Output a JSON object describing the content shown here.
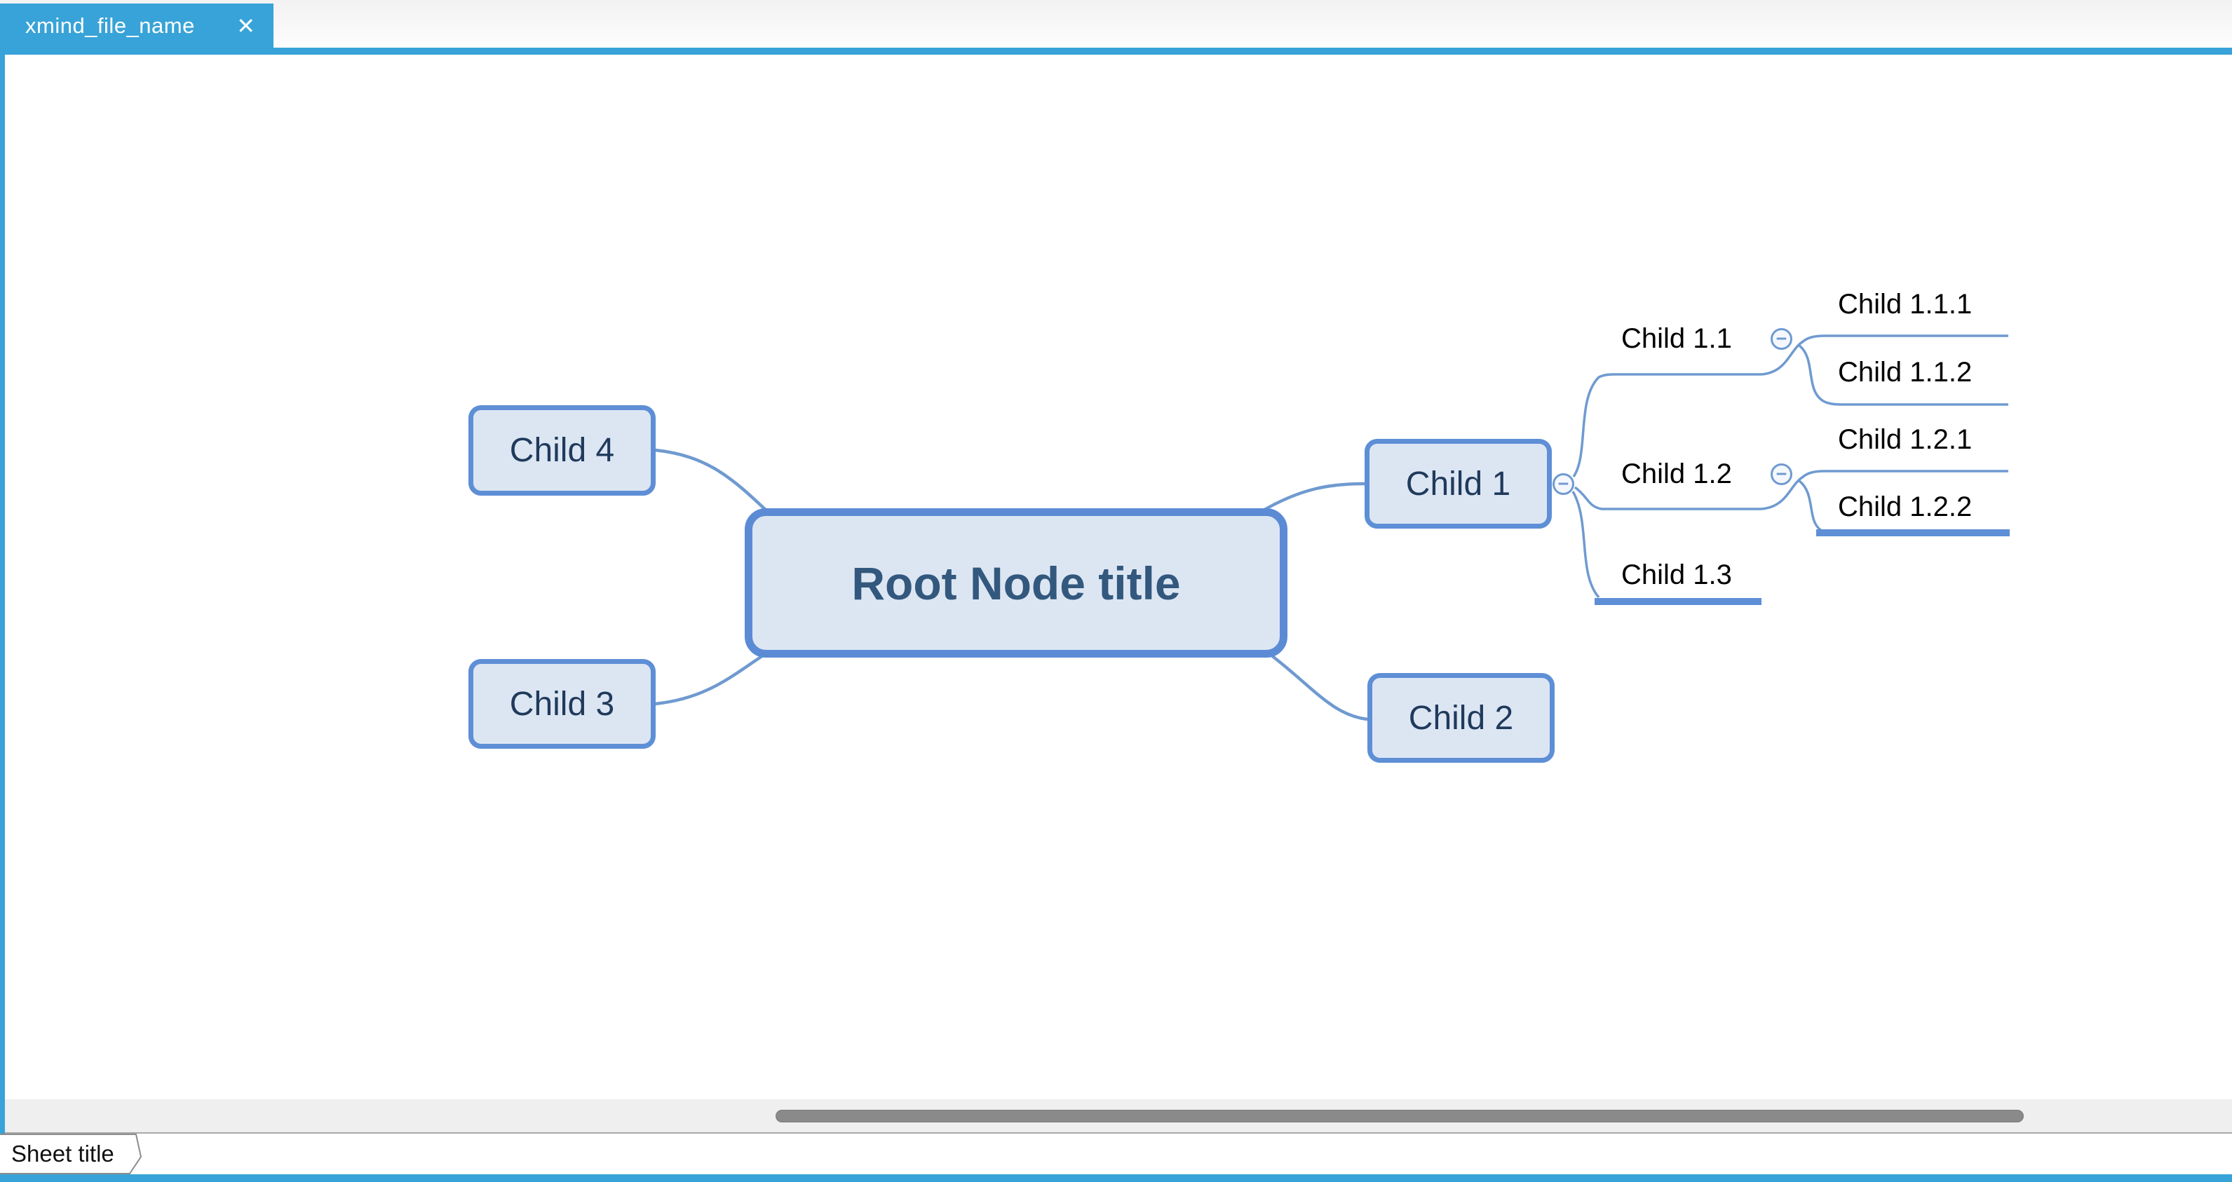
{
  "tab_bar": {
    "file_tab_label": "xmind_file_name",
    "close_glyph": "✕"
  },
  "mindmap": {
    "root": {
      "label": "Root Node title"
    },
    "topics": [
      {
        "label": "Child 1",
        "collapsed": false,
        "children": [
          {
            "label": "Child 1.1",
            "children": [
              {
                "label": "Child 1.1.1"
              },
              {
                "label": "Child 1.1.2"
              }
            ]
          },
          {
            "label": "Child 1.2",
            "children": [
              {
                "label": "Child 1.2.1"
              },
              {
                "label": "Child 1.2.2"
              }
            ]
          },
          {
            "label": "Child 1.3",
            "children": []
          }
        ]
      },
      {
        "label": "Child 2",
        "children": []
      },
      {
        "label": "Child 3",
        "children": []
      },
      {
        "label": "Child 4",
        "children": []
      }
    ],
    "collapse_glyph": "−"
  },
  "sheet_bar": {
    "sheet_tab_label": "Sheet title"
  },
  "colors": {
    "accent": "#38a3d8",
    "branch_line": "#6f9ad0",
    "thick_line": "#5e8fd6",
    "node_fill": "#dce6f3",
    "node_border": "#5e8fd6",
    "root_border": "#5b8bd5",
    "root_text": "#33587e",
    "node_text": "#203a5c",
    "line_topic_text": "#000000",
    "scroll_track": "#efefef",
    "scroll_thumb": "#8a8a8a"
  }
}
